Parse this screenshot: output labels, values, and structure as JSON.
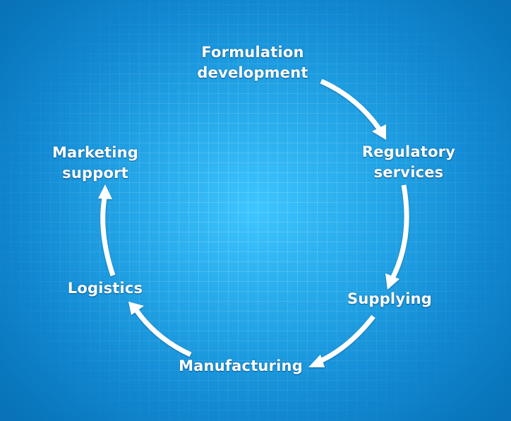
{
  "diagram": {
    "type": "cycle",
    "direction": "clockwise",
    "colors": {
      "background_center": "#3ec6ff",
      "background_edge": "#0873b8",
      "arrow": "#ffffff",
      "text": "#ffffff"
    },
    "steps": [
      {
        "id": "formulation",
        "lines": [
          "Formulation",
          "development"
        ]
      },
      {
        "id": "regulatory",
        "lines": [
          "Regulatory",
          "services"
        ]
      },
      {
        "id": "supplying",
        "lines": [
          "Supplying"
        ]
      },
      {
        "id": "manufacturing",
        "lines": [
          "Manufacturing"
        ]
      },
      {
        "id": "logistics",
        "lines": [
          "Logistics"
        ]
      },
      {
        "id": "marketing",
        "lines": [
          "Marketing",
          "support"
        ]
      }
    ],
    "arrows": [
      {
        "from": "formulation",
        "to": "regulatory"
      },
      {
        "from": "regulatory",
        "to": "supplying"
      },
      {
        "from": "supplying",
        "to": "manufacturing"
      },
      {
        "from": "manufacturing",
        "to": "logistics"
      },
      {
        "from": "logistics",
        "to": "marketing"
      }
    ]
  }
}
